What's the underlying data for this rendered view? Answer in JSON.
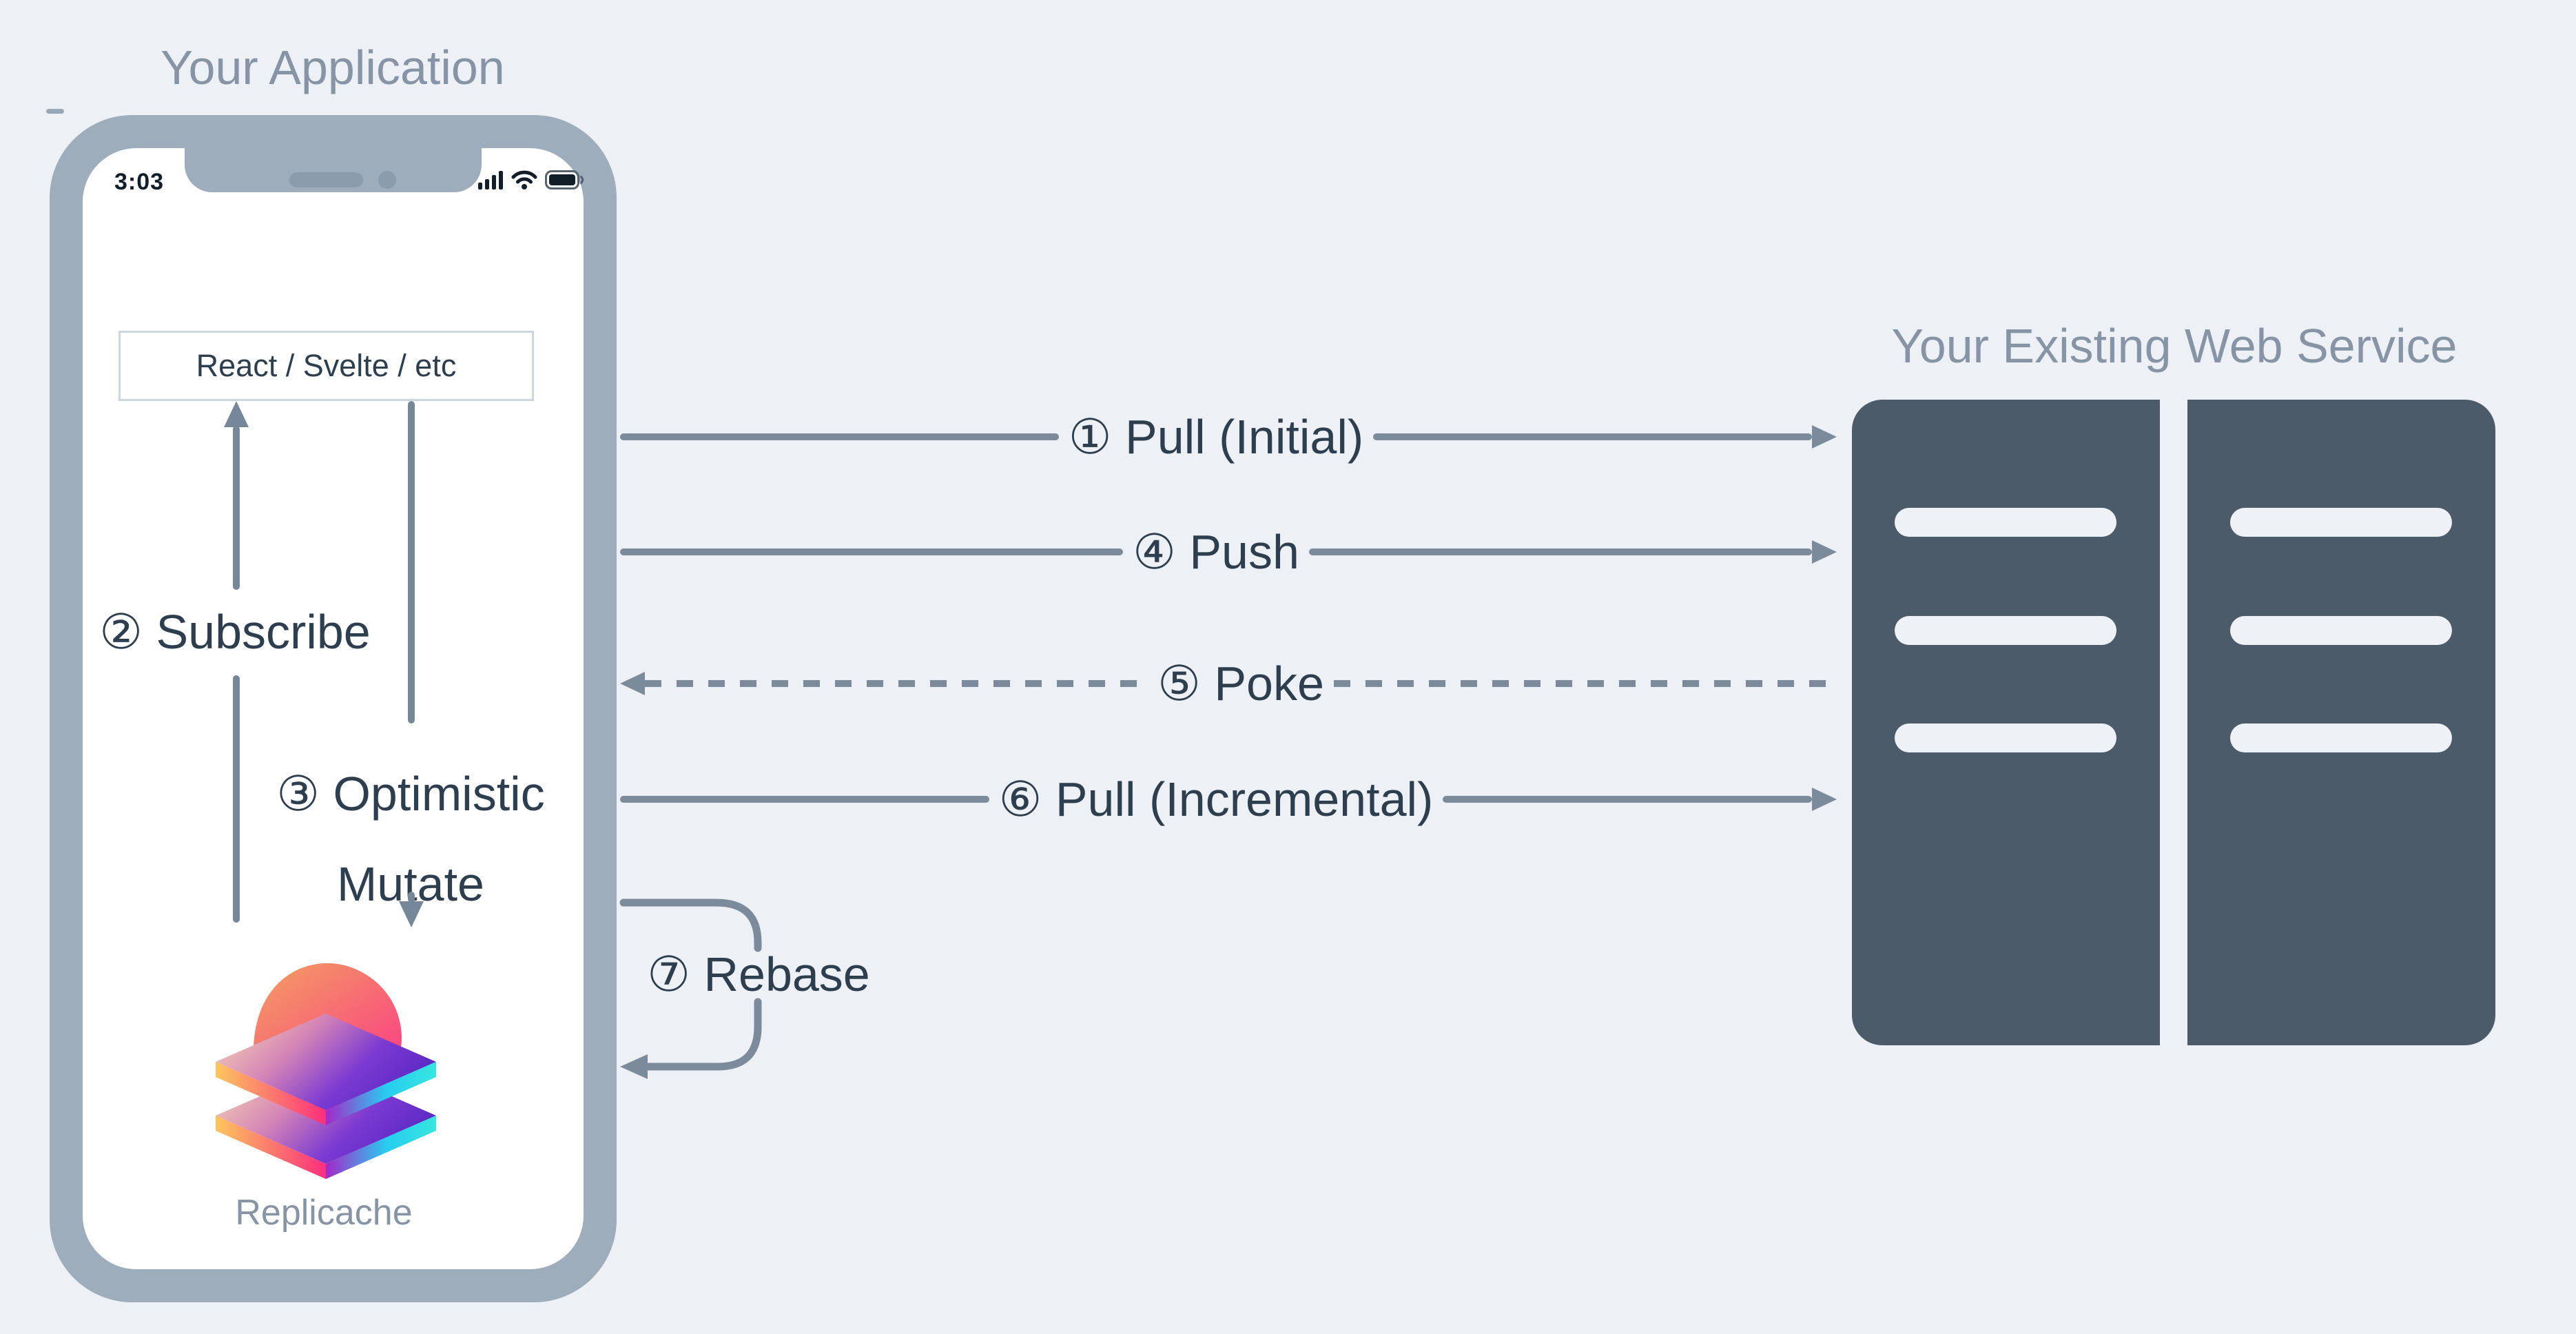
{
  "palette": {
    "background": "#edf1f6",
    "phone_bezel": "#9dadbb",
    "screen": "#ffffff",
    "arrow_line": "#7b8b9c",
    "label_text": "#2d3e4e",
    "muted_title": "#8694a5",
    "server_fill": "#4c5b69",
    "server_slot": "#eef1f5",
    "box_border": "#ccd6de",
    "status_dark": "#121f2b"
  },
  "application": {
    "title": "Your Application",
    "status_time": "3:03",
    "status_icons": [
      "cellular-signal-icon",
      "wifi-icon",
      "battery-icon"
    ],
    "framework_label": "React / Svelte / etc",
    "logo_caption": "Replicache"
  },
  "service": {
    "title": "Your Existing Web Service",
    "racks": 2,
    "slots_per_rack": 3
  },
  "client_flows": {
    "subscribe": "② Subscribe",
    "optimistic_line1": "③ Optimistic",
    "optimistic_line2": "Mutate",
    "rebase": "⑦ Rebase"
  },
  "network_flows": [
    {
      "label": "① Pull (Initial)",
      "line": "solid",
      "direction": "right"
    },
    {
      "label": "④ Push",
      "line": "solid",
      "direction": "right"
    },
    {
      "label": "⑤ Poke",
      "line": "dashed",
      "direction": "left"
    },
    {
      "label": "⑥ Pull (Incremental)",
      "line": "solid",
      "direction": "right"
    }
  ]
}
